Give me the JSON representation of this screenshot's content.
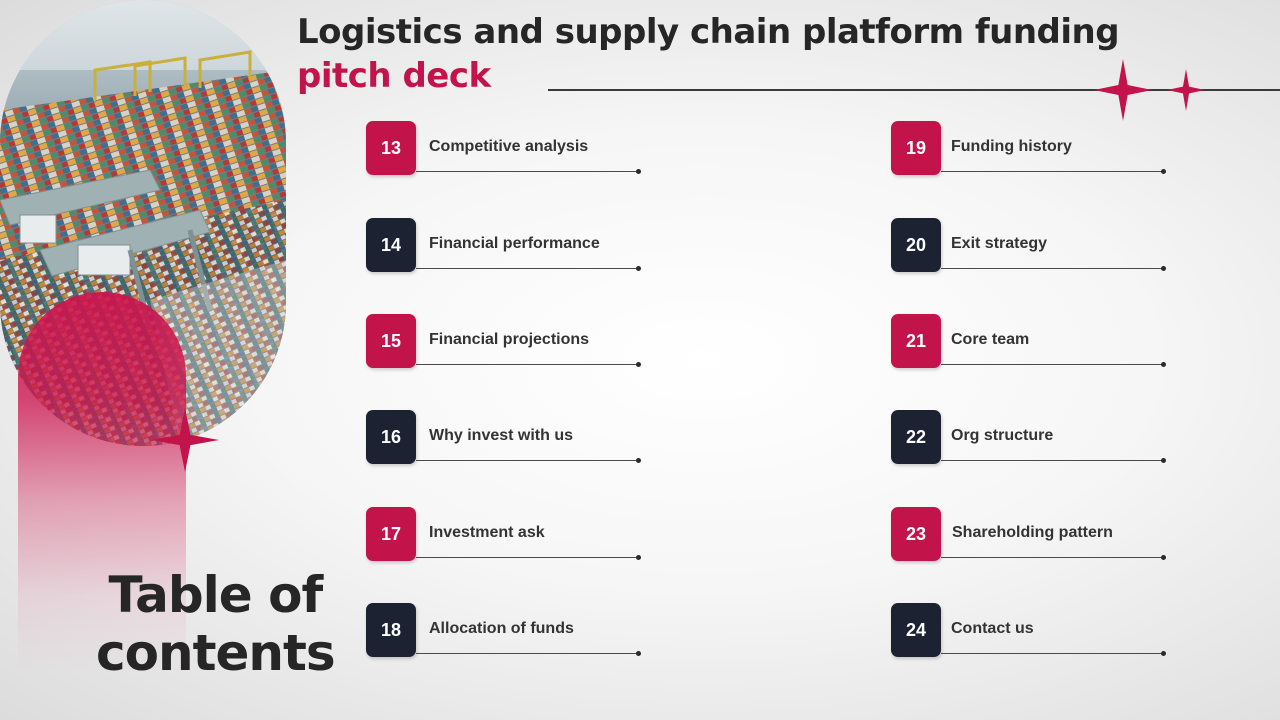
{
  "slide": {
    "title_line1": "Logistics and supply chain platform funding",
    "title_line2": "pitch deck",
    "heading_line1": "Table of",
    "heading_line2": "contents"
  },
  "colors": {
    "accent": "#c2134b",
    "navy": "#1d2233",
    "text": "#262626"
  },
  "toc_left": [
    {
      "number": "13",
      "label": "Competitive analysis",
      "style": "pink"
    },
    {
      "number": "14",
      "label": "Financial performance",
      "style": "navy"
    },
    {
      "number": "15",
      "label": "Financial projections",
      "style": "pink"
    },
    {
      "number": "16",
      "label": "Why invest with us",
      "style": "navy"
    },
    {
      "number": "17",
      "label": "Investment ask",
      "style": "pink"
    },
    {
      "number": "18",
      "label": "Allocation of funds",
      "style": "navy"
    }
  ],
  "toc_right": [
    {
      "number": "19",
      "label": "Funding history",
      "style": "pink"
    },
    {
      "number": "20",
      "label": "Exit strategy",
      "style": "navy"
    },
    {
      "number": "21",
      "label": "Core team",
      "style": "pink"
    },
    {
      "number": "22",
      "label": "Org structure",
      "style": "navy"
    },
    {
      "number": "23",
      "label": "Shareholding pattern",
      "style": "pink"
    },
    {
      "number": "24",
      "label": "Contact us",
      "style": "navy"
    }
  ],
  "image": {
    "subject": "container port aerial photo"
  },
  "decorations": [
    "sparkle-icon"
  ]
}
